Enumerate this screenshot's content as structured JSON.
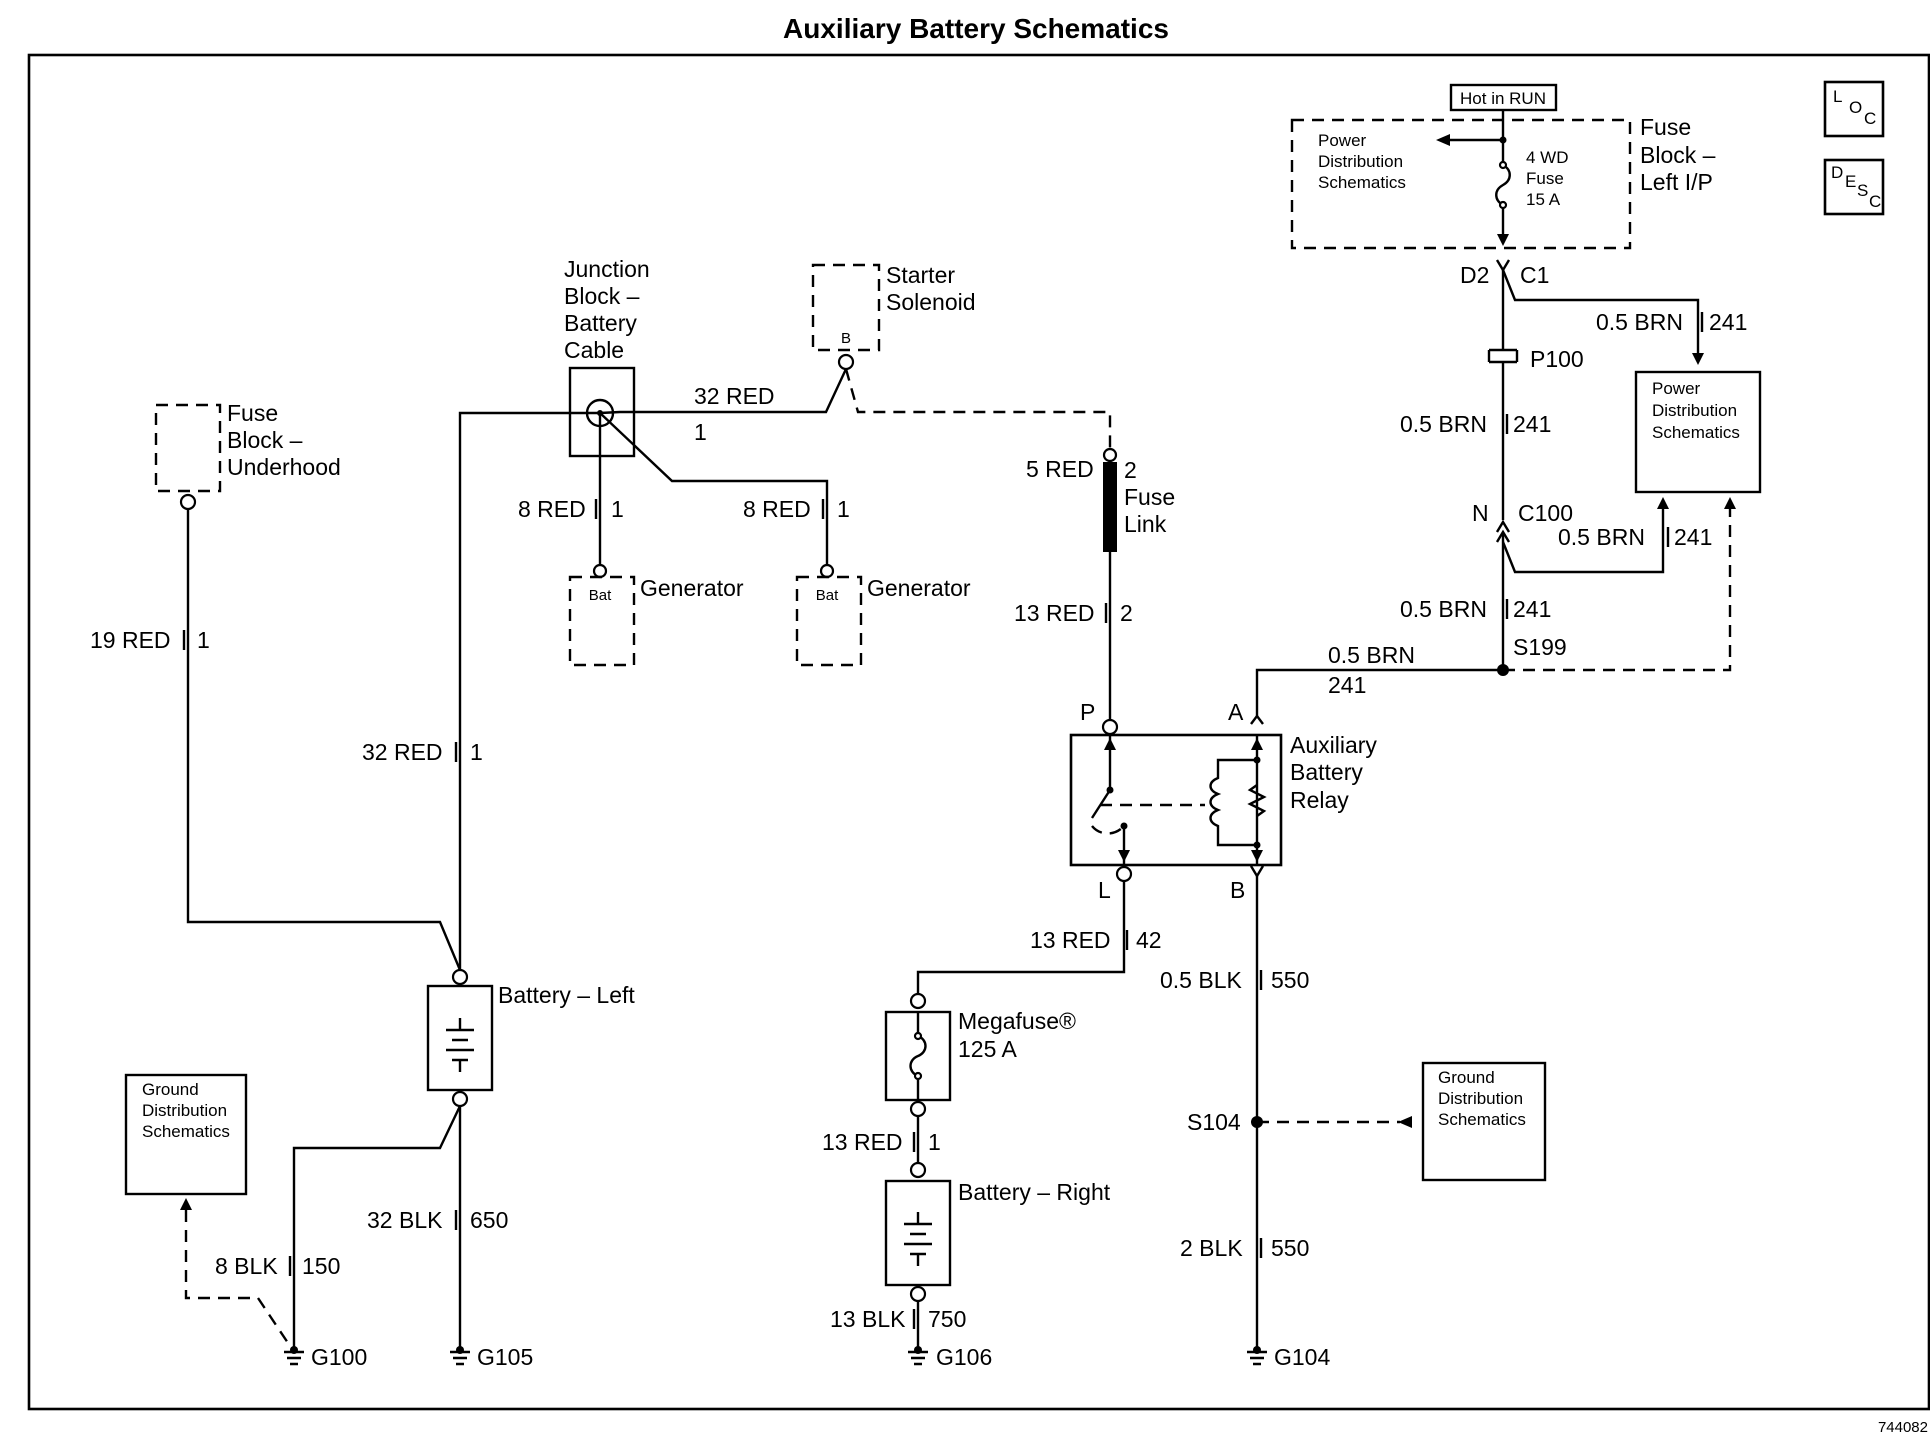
{
  "title": "Auxiliary Battery Schematics",
  "figure_id": "744082",
  "corner_icons": {
    "loc": {
      "icon": "loc-icon",
      "l1": "L",
      "l2": "O",
      "l3": "C"
    },
    "desc": {
      "icon": "desc-icon",
      "l1": "D",
      "l2": "E",
      "l3": "S",
      "l4": "C"
    }
  },
  "hot_in_run": "Hot in RUN",
  "fuse_block_lip": {
    "line1": "Fuse",
    "line2": "Block –",
    "line3": "Left I/P"
  },
  "power_dist_top": {
    "line1": "Power",
    "line2": "Distribution",
    "line3": "Schematics"
  },
  "fuse_4wd": {
    "line1": "4 WD",
    "line2": "Fuse",
    "line3": "15 A"
  },
  "conn_d2": "D2",
  "conn_c1": "C1",
  "wire_brn_top_gauge": "0.5 BRN",
  "wire_brn_top_circuit": "241",
  "p100": "P100",
  "wire_brn_mid_gauge": "0.5 BRN",
  "wire_brn_mid_circuit": "241",
  "power_dist_right": {
    "line1": "Power",
    "line2": "Distribution",
    "line3": "Schematics"
  },
  "conn_n": "N",
  "c100": "C100",
  "wire_brn_c100_gauge": "0.5 BRN",
  "wire_brn_c100_circuit": "241",
  "wire_brn_low_gauge": "0.5 BRN",
  "wire_brn_low_circuit": "241",
  "s199": "S199",
  "wire_brn_relay_gauge": "0.5 BRN",
  "wire_brn_relay_circuit": "241",
  "starter_solenoid": {
    "line1": "Starter",
    "line2": "Solenoid",
    "terminal": "B"
  },
  "junction_block": {
    "line1": "Junction",
    "line2": "Block –",
    "line3": "Battery",
    "line4": "Cable"
  },
  "wire_32red_top_gauge": "32 RED",
  "wire_32red_top_circuit": "1",
  "fuse_block_underhood": {
    "line1": "Fuse",
    "line2": "Block –",
    "line3": "Underhood"
  },
  "wire_8red_a_gauge": "8 RED",
  "wire_8red_a_circuit": "1",
  "wire_8red_b_gauge": "8 RED",
  "wire_8red_b_circuit": "1",
  "generator_a": {
    "label": "Generator",
    "terminal": "Bat"
  },
  "generator_b": {
    "label": "Generator",
    "terminal": "Bat"
  },
  "wire_5red_gauge": "5 RED",
  "fuse_link": {
    "pin": "2",
    "line1": "Fuse",
    "line2": "Link"
  },
  "wire_13red_top_gauge": "13 RED",
  "wire_13red_top_circuit": "2",
  "wire_19red_gauge": "19 RED",
  "wire_19red_circuit": "1",
  "wire_32red_left_gauge": "32 RED",
  "wire_32red_left_circuit": "1",
  "relay": {
    "line1": "Auxiliary",
    "line2": "Battery",
    "line3": "Relay",
    "pin_p": "P",
    "pin_a": "A",
    "pin_l": "L",
    "pin_b": "B"
  },
  "battery_left": "Battery – Left",
  "wire_13red_42_gauge": "13 RED",
  "wire_13red_42_circuit": "42",
  "wire_05blk_gauge": "0.5 BLK",
  "wire_05blk_circuit": "550",
  "megafuse": {
    "line1": "Megafuse®",
    "line2": "125 A"
  },
  "ground_dist_left": {
    "line1": "Ground",
    "line2": "Distribution",
    "line3": "Schematics"
  },
  "ground_dist_right": {
    "line1": "Ground",
    "line2": "Distribution",
    "line3": "Schematics"
  },
  "s104": "S104",
  "wire_13red_1_gauge": "13 RED",
  "wire_13red_1_circuit": "1",
  "battery_right": "Battery – Right",
  "wire_32blk_gauge": "32 BLK",
  "wire_32blk_circuit": "650",
  "wire_8blk_gauge": "8 BLK",
  "wire_8blk_circuit": "150",
  "wire_2blk_gauge": "2 BLK",
  "wire_2blk_circuit": "550",
  "wire_13blk_gauge": "13 BLK",
  "wire_13blk_circuit": "750",
  "grounds": {
    "g100": "G100",
    "g105": "G105",
    "g106": "G106",
    "g104": "G104"
  }
}
